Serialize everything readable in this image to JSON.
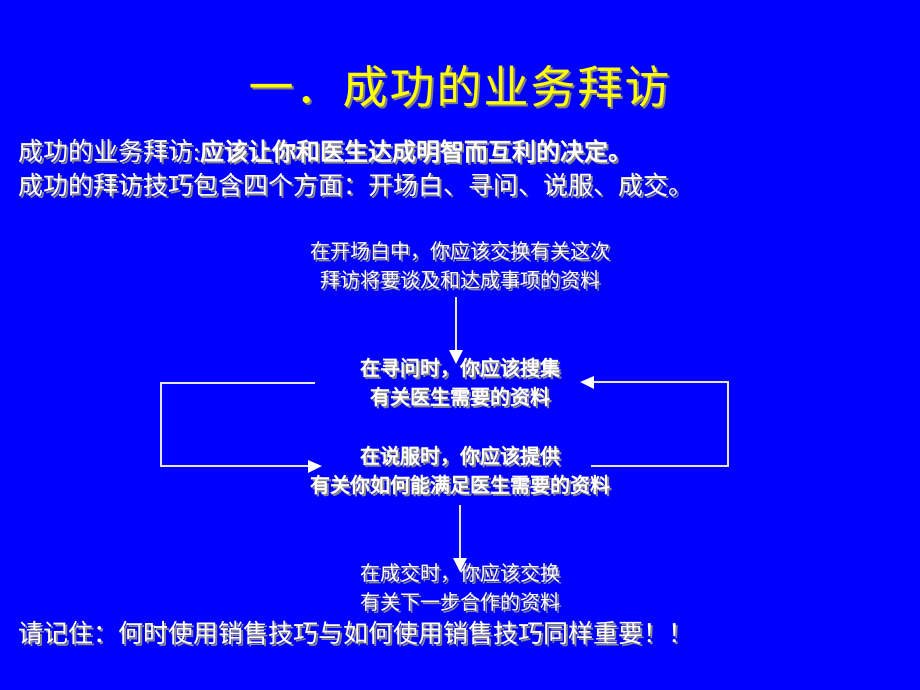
{
  "slide": {
    "background_color": "#0000ff",
    "title": "一．成功的业务拜访",
    "title_color": "#ffff00",
    "text_color": "#ffffff",
    "shadow_color": "#808080"
  },
  "intro": {
    "line1_label": "成功的业务拜访:",
    "line1_emphasis": "应该让你和医生达成明智而互利的决定。",
    "line2": "成功的拜访技巧包含四个方面：开场白、寻问、说服、成交。"
  },
  "flow": {
    "opening": {
      "line1": "在开场白中，你应该交换有关这次",
      "line2": "拜访将要谈及和达成事项的资料"
    },
    "probing": {
      "line1": "在寻问时，你应该搜集",
      "line2": "有关医生需要的资料"
    },
    "persuading": {
      "line1": "在说服时，你应该提供",
      "line2": "有关你如何能满足医生需要的资料"
    },
    "closing": {
      "line1": "在成交时，你应该交换",
      "line2": "有关下一步合作的资料"
    }
  },
  "remark": "请记住：何时使用销售技巧与如何使用销售技巧同样重要！！"
}
